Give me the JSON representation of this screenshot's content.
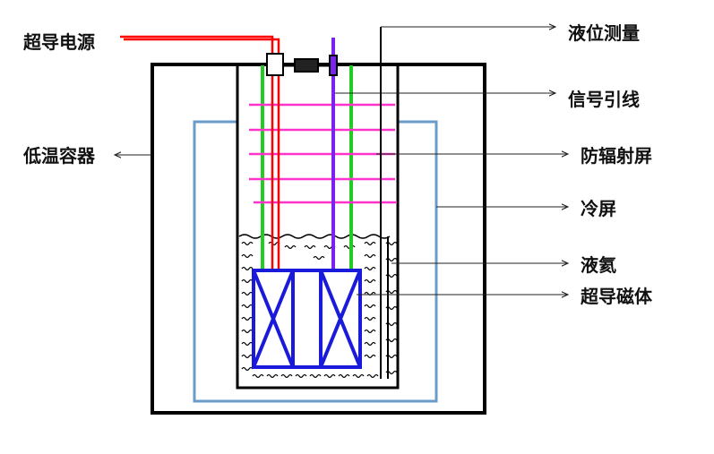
{
  "labels": {
    "power_supply": "超导电源",
    "level_gauge": "液位测量",
    "signal_lead": "信号引线",
    "cryostat": "低温容器",
    "radiation_shield": "防辐射屏",
    "cold_shield": "冷屏",
    "liquid_helium": "液氦",
    "magnet": "超导磁体"
  },
  "colors": {
    "outline": "#000000",
    "cold_shield": "#6a9cc9",
    "power_lead": "#ff0000",
    "signal_lead": "#7a22ee",
    "support_rod": "#22cc22",
    "radiation_shield": "#ff33cc",
    "magnet": "#1a1adb"
  }
}
